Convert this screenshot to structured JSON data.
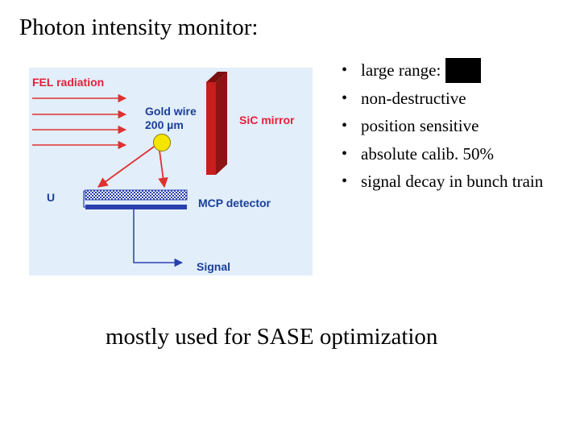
{
  "slide": {
    "title": "Photon intensity monitor:",
    "footer": "mostly used for SASE optimization"
  },
  "diagram": {
    "labels": {
      "fel_radiation": "FEL radiation",
      "gold_wire_line1": "Gold wire",
      "gold_wire_line2": "200 µm",
      "sic_mirror": "SiC mirror",
      "u": "U",
      "mcp_detector": "MCP detector",
      "signal": "Signal"
    },
    "colors": {
      "background": "#e2eefa",
      "label_blue": "#1a3f9a",
      "label_red": "#e4203a",
      "arrow_red": "#e03030",
      "mirror": "#c81e1e",
      "gold_wire": "#f5e600",
      "detector": "#2a3fae"
    }
  },
  "bullets": [
    {
      "text": "large range:",
      "redacted": true
    },
    {
      "text": "non-destructive"
    },
    {
      "text": "position sensitive"
    },
    {
      "text": "absolute calib. 50%"
    },
    {
      "text": "signal decay in bunch train"
    }
  ]
}
